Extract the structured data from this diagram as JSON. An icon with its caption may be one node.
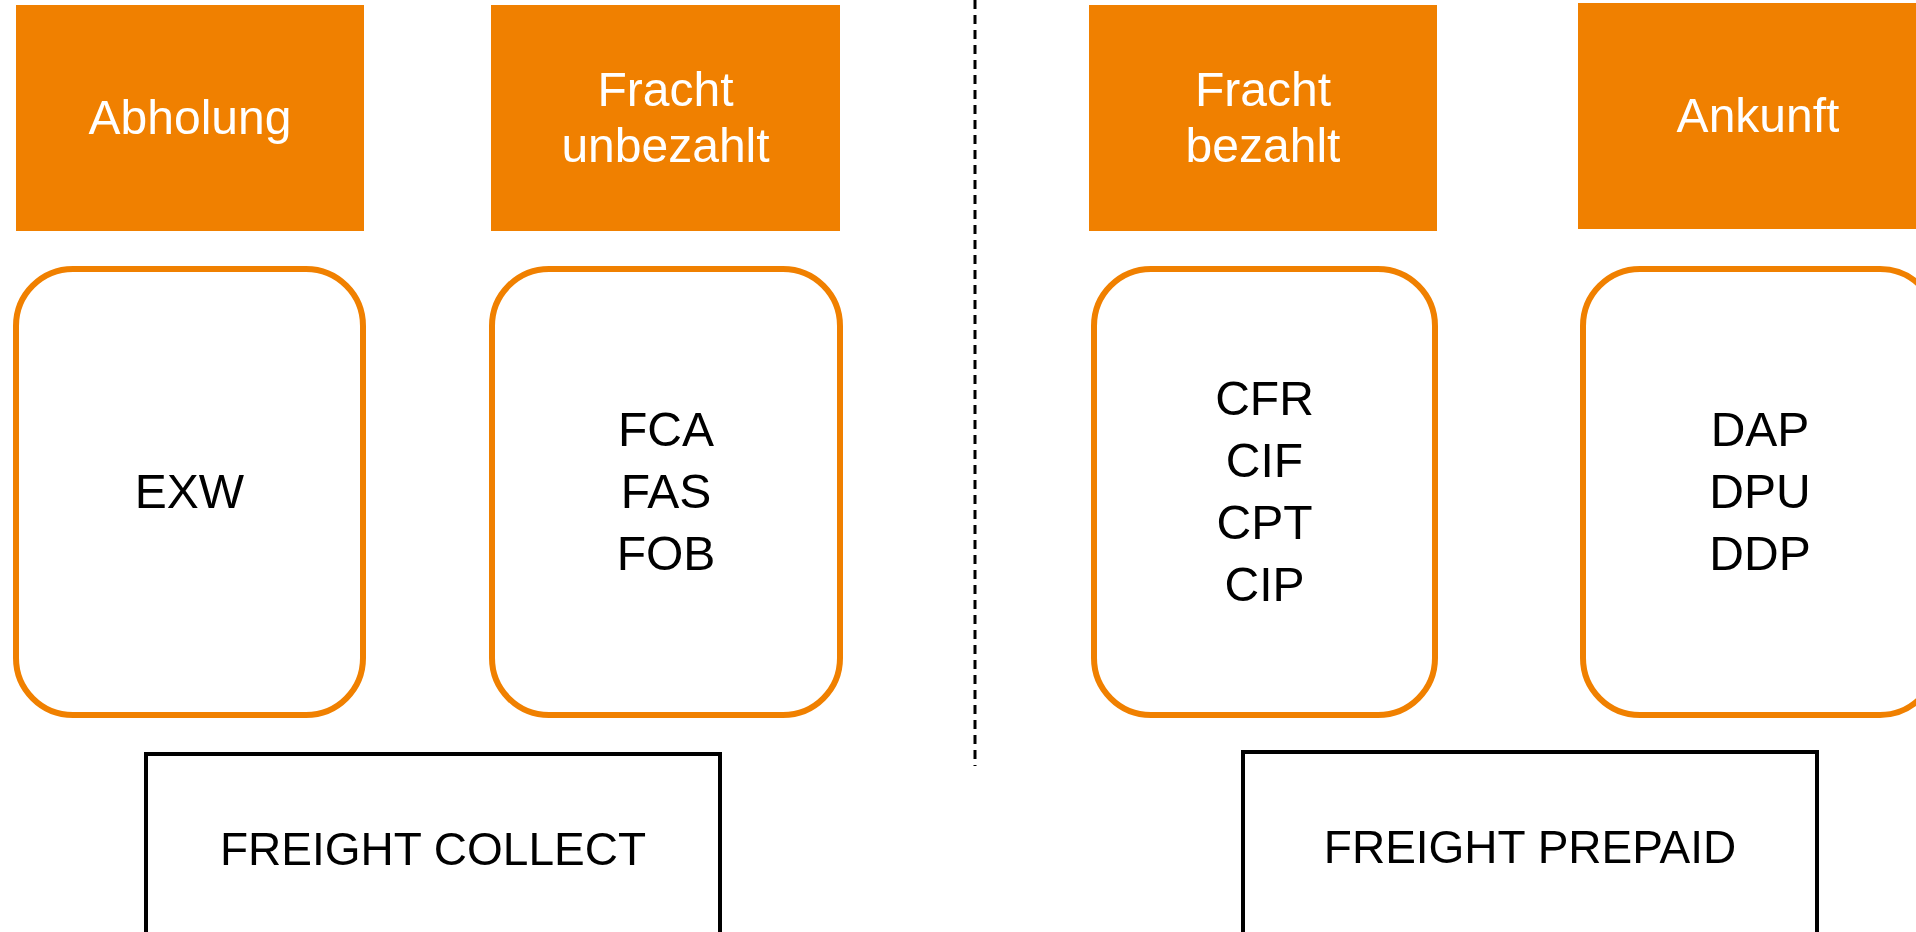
{
  "diagram": {
    "nodes": [
      {
        "text": [
          "Abholung"
        ]
      },
      {
        "text": [
          "Fracht unbezahlt"
        ]
      },
      {
        "text": [
          "Fracht bezahlt"
        ]
      },
      {
        "text": [
          "Ankunft"
        ]
      },
      {
        "text": [
          "EXW"
        ]
      },
      {
        "text": [
          "FCA",
          "FAS",
          "FOB"
        ]
      },
      {
        "text": [
          "CFR",
          "CIF",
          "CPT",
          "CIP"
        ]
      },
      {
        "text": [
          "DAP",
          "DPU",
          "DDP"
        ]
      },
      {
        "text": [
          "FREIGHT COLLECT"
        ]
      },
      {
        "text": [
          "FREIGHT PREPAID"
        ]
      }
    ]
  }
}
